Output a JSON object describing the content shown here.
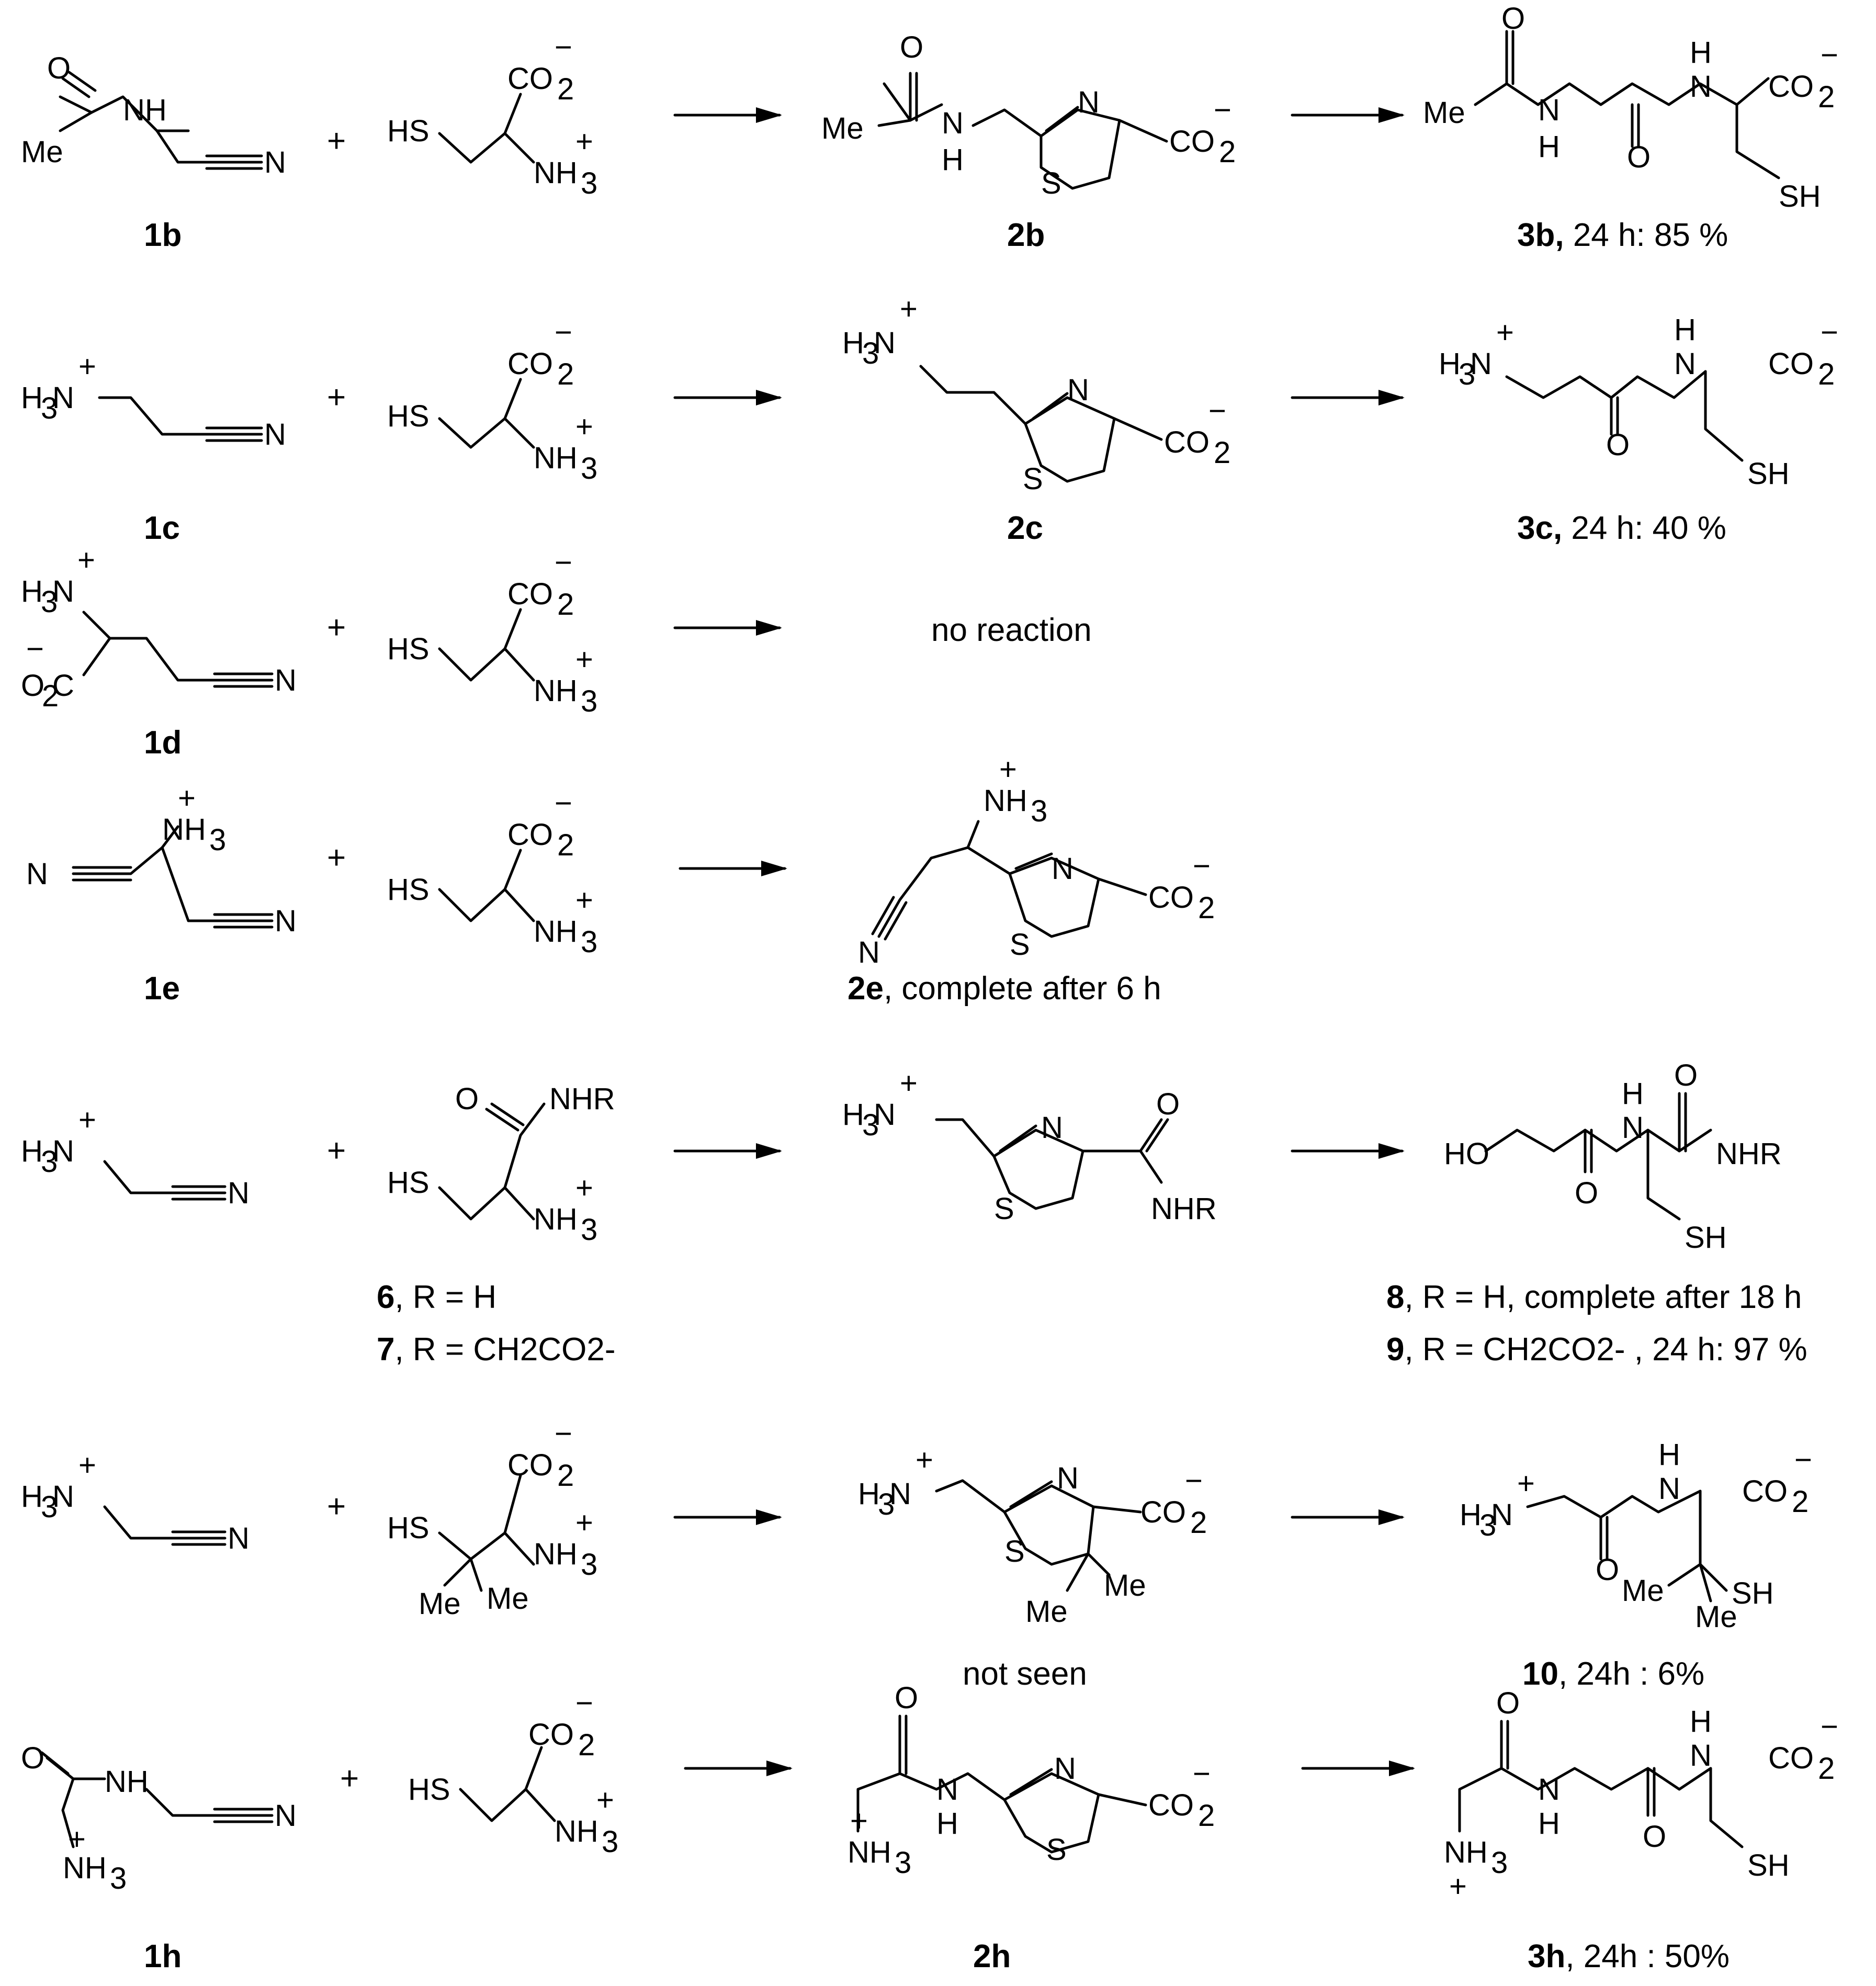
{
  "rows": [
    {
      "id": "row-1b",
      "reactant_label": "1b",
      "intermediate_label": "2b",
      "intermediate_caption": "",
      "product_label": "3b,",
      "product_caption": " 24 h: 85 %"
    },
    {
      "id": "row-1c",
      "reactant_label": "1c",
      "intermediate_label": "2c",
      "intermediate_caption": "",
      "product_label": "3c,",
      "product_caption": " 24 h: 40 %"
    },
    {
      "id": "row-1d",
      "reactant_label": "1d",
      "intermediate_label": "",
      "intermediate_caption": "no reaction",
      "product_label": "",
      "product_caption": ""
    },
    {
      "id": "row-1e",
      "reactant_label": "1e",
      "intermediate_label": "2e",
      "intermediate_caption": ", complete after 6 h",
      "product_label": "",
      "product_caption": ""
    },
    {
      "id": "row-6-7",
      "reactant_label": "",
      "second_reactant_labels": [
        {
          "label": "6",
          "caption": ", R = H"
        },
        {
          "label": "7",
          "caption": ", R = CH2CO2-"
        }
      ],
      "intermediate_label": "",
      "intermediate_caption": "",
      "product_labels": [
        {
          "label": "8",
          "caption": ", R = H, complete after 18 h"
        },
        {
          "label": "9",
          "caption": ", R = CH2CO2- , 24 h: 97 %"
        }
      ]
    },
    {
      "id": "row-10",
      "reactant_label": "",
      "intermediate_label": "",
      "intermediate_caption": "not seen",
      "product_label": "10",
      "product_caption": ", 24h : 6%"
    },
    {
      "id": "row-1h",
      "reactant_label": "1h",
      "intermediate_label": "2h",
      "intermediate_caption": "",
      "product_label": "3h",
      "product_caption": ", 24h : 50%"
    }
  ],
  "atom_text": {
    "Me": "Me",
    "H": "H",
    "N": "N",
    "O": "O",
    "S": "S",
    "SH": "SH",
    "HS": "HS",
    "HO": "HO",
    "NH": "NH",
    "NHR": "NHR",
    "CO2": "CO",
    "sub2": "2",
    "sub3": "3",
    "H3N": "H",
    "NH3": "NH",
    "minus": "−",
    "plus": "+",
    "O2C": "O",
    "C": "C"
  },
  "operators": {
    "plus": "+"
  }
}
